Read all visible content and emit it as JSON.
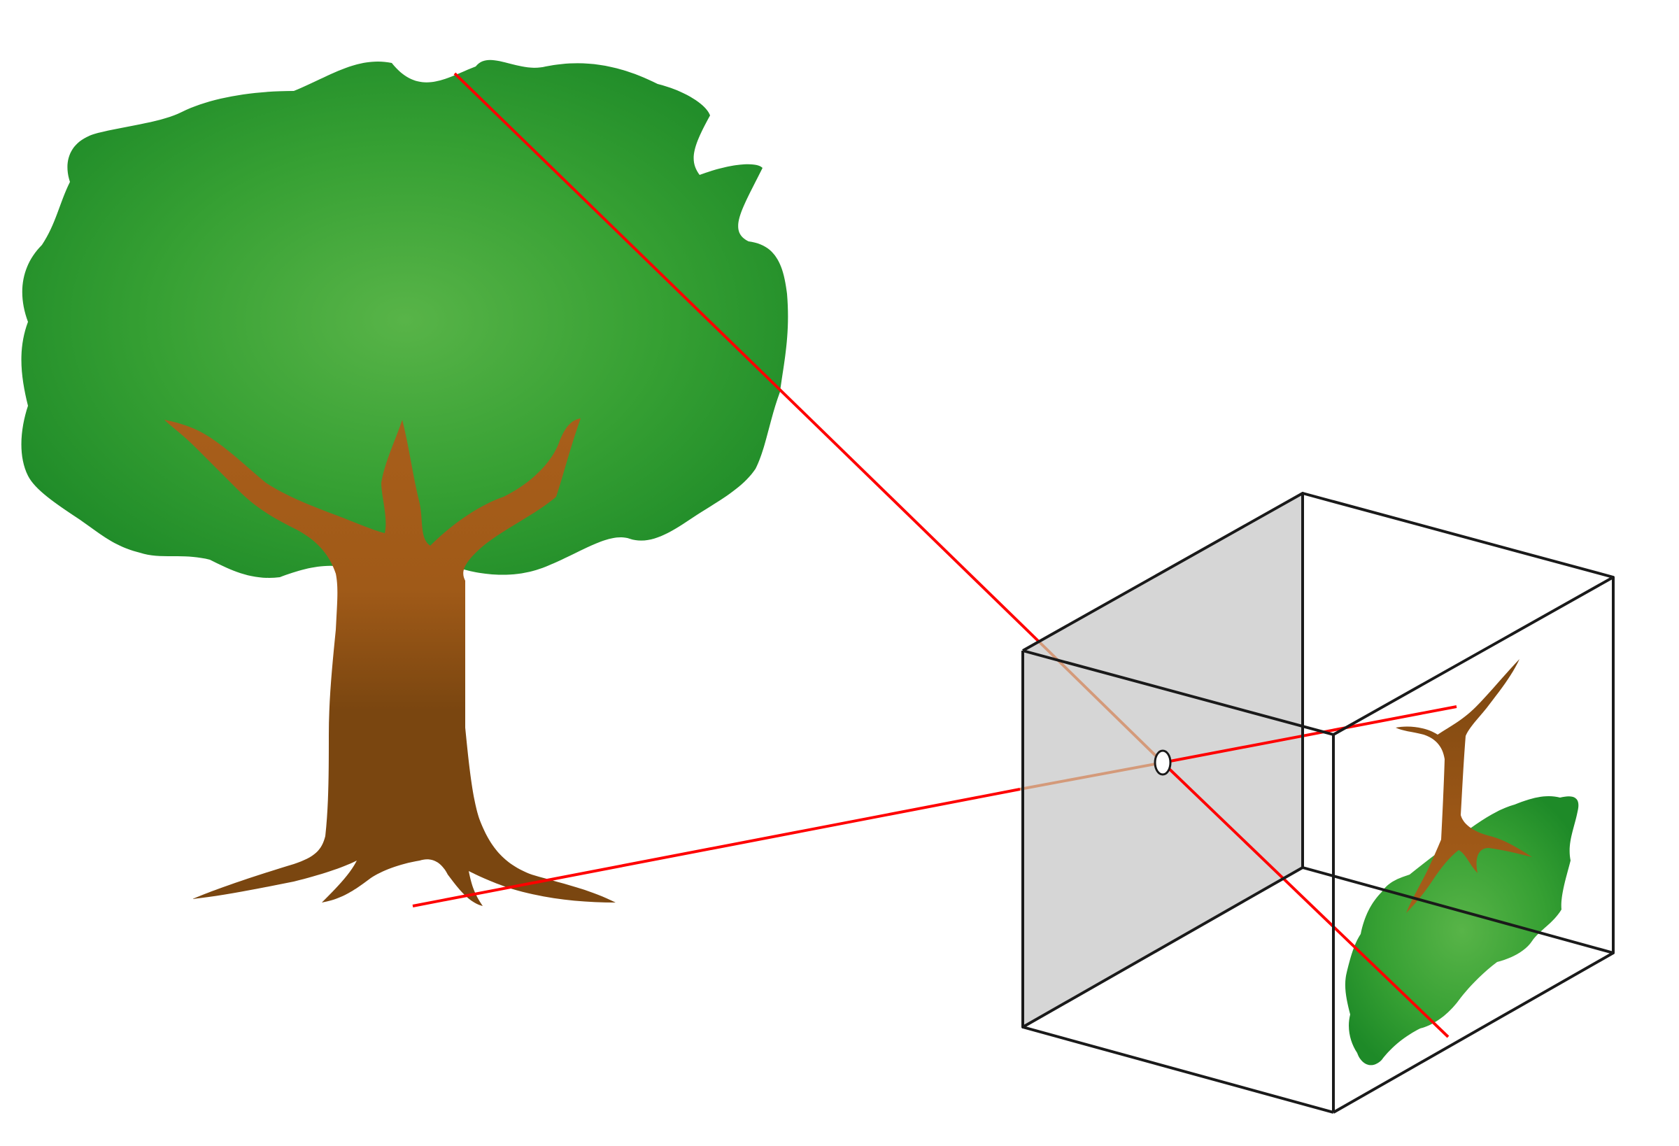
{
  "diagram": {
    "subject": "pinhole camera",
    "colors": {
      "background": "#ffffff",
      "foliage_light": "#58b448",
      "foliage_mid": "#36a033",
      "foliage_dark": "#1e8a28",
      "trunk_light": "#a85e1a",
      "trunk_dark": "#7a4610",
      "ray": "#ff0000",
      "ray_inside": "#d49a7a",
      "box_front_face": "#d6d6d6",
      "box_edge": "#1a1a1a"
    },
    "elements": {
      "object": "tree",
      "camera": "box-with-pinhole",
      "image": "inverted-tree-on-back-wall",
      "rays": [
        "top-ray",
        "bottom-ray"
      ]
    }
  }
}
